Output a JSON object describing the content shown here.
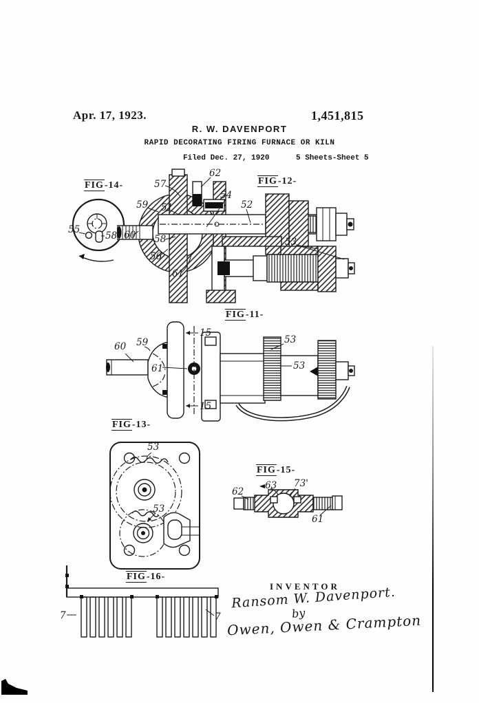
{
  "page": {
    "date": "Apr. 17, 1923.",
    "patent_number": "1,451,815",
    "author": "R. W. DAVENPORT",
    "title": "RAPID DECORATING FIRING FURNACE OR KILN",
    "filed_line": "Filed Dec. 27, 1920",
    "sheet_line": "5 Sheets-Sheet 5"
  },
  "figures": {
    "fig14": {
      "caption_prefix": "FIG",
      "caption_suffix": "-14-",
      "labels": {
        "n55": "55",
        "n58": "58"
      }
    },
    "fig12": {
      "caption_prefix": "FIG",
      "caption_suffix": "-12-",
      "labels": {
        "n57": "57",
        "n62": "62",
        "n59": "59",
        "n51": "51",
        "n54": "54",
        "n52": "52",
        "n60": "60",
        "n58": "58",
        "n56": "56",
        "n61": "61",
        "n53": "53"
      }
    },
    "fig11": {
      "caption_prefix": "FIG",
      "caption_suffix": "-11-",
      "labels": {
        "n60": "60",
        "n59": "59",
        "n61": "61",
        "n15top": "15",
        "n15bottom": "15",
        "n53a": "53",
        "n53b": "53"
      }
    },
    "fig13": {
      "caption_prefix": "FIG",
      "caption_suffix": "-13-",
      "labels": {
        "n53a": "53",
        "n53b": "53"
      }
    },
    "fig15": {
      "caption_prefix": "FIG",
      "caption_suffix": "-15-",
      "labels": {
        "n62": "62",
        "n63": "63",
        "n73p": "73'",
        "n61": "61"
      }
    },
    "fig16": {
      "caption_prefix": "FIG",
      "caption_suffix": "-16-",
      "labels": {
        "n7a": "7",
        "n7b": "7"
      }
    }
  },
  "signature": {
    "heading": "INVENTOR",
    "inventor": "Ransom W. Davenport.",
    "by": "by",
    "attorneys": "Owen, Owen & Crampton"
  }
}
